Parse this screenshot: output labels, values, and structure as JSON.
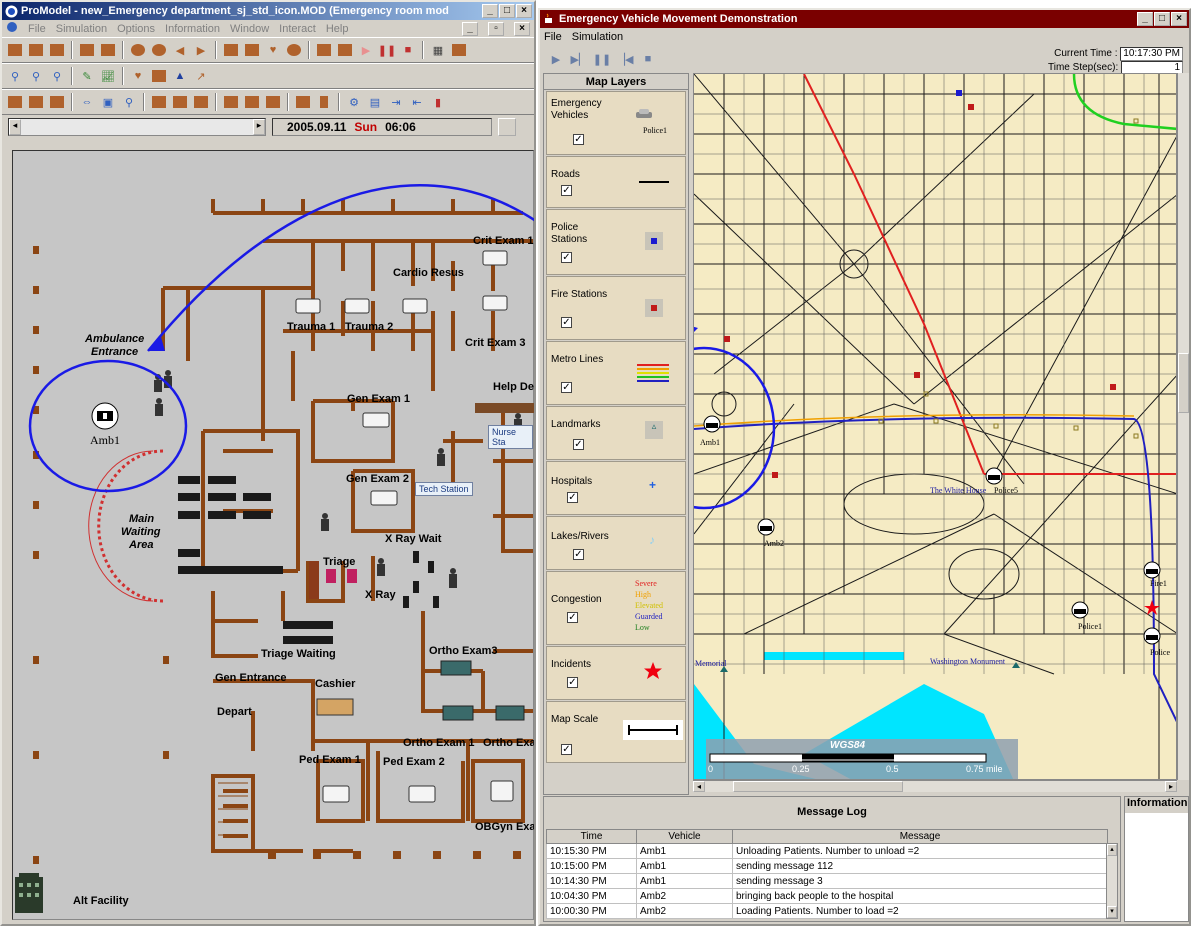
{
  "left_window": {
    "title": "ProModel - new_Emergency department_sj_std_icon.MOD (Emergency room mod",
    "menu": [
      "File",
      "Simulation",
      "Options",
      "Information",
      "Window",
      "Interact",
      "Help"
    ],
    "date_display": {
      "date": "2005.09.11",
      "day": "Sun",
      "time": "06:06"
    },
    "labels": {
      "crit_exam_1": "Crit Exam 1",
      "cardio_resus": "Cardio Resus",
      "trauma_1": "Trauma 1",
      "trauma_2": "Trauma 2",
      "crit_exam_3": "Crit Exam 3",
      "ambulance_entrance_1": "Ambulance",
      "ambulance_entrance_2": "Entrance",
      "help_desk": "Help Des",
      "gen_exam_1": "Gen Exam 1",
      "nurse_station": "Nurse Sta",
      "gen_exam_2": "Gen Exam 2",
      "tech_station": "Tech Station",
      "main_waiting_1": "Main",
      "main_waiting_2": "Waiting",
      "main_waiting_3": "Area",
      "x_ray_wait": "X Ray Wait",
      "triage": "Triage",
      "x_ray": "X Ray",
      "triage_waiting": "Triage Waiting",
      "ortho_exam_3": "Ortho Exam3",
      "gen_entrance": "Gen Entrance",
      "cashier": "Cashier",
      "depart": "Depart",
      "ortho_exam_1": "Ortho Exam 1",
      "ortho_exam_2": "Ortho Exar",
      "ped_exam_1": "Ped Exam 1",
      "ped_exam_2": "Ped Exam 2",
      "obgyn_exam": "OBGyn Exar",
      "alt_facility": "Alt Facility",
      "amb1": "Amb1"
    }
  },
  "right_window": {
    "title": "Emergency Vehicle Movement Demonstration",
    "menu": [
      "File",
      "Simulation"
    ],
    "current_time_label": "Current Time :",
    "current_time": "10:17:30 PM",
    "time_step_label": "Time Step(sec):",
    "time_step": "1",
    "map_layers": {
      "header": "Map Layers",
      "items": [
        {
          "name": "Emergency Vehicles",
          "sample": "Police1",
          "checked": true
        },
        {
          "name": "Roads",
          "checked": true
        },
        {
          "name": "Police Stations",
          "checked": true
        },
        {
          "name": "Fire Stations",
          "checked": true
        },
        {
          "name": "Metro Lines",
          "checked": true
        },
        {
          "name": "Landmarks",
          "checked": true
        },
        {
          "name": "Hospitals",
          "checked": true
        },
        {
          "name": "Lakes/Rivers",
          "checked": true
        },
        {
          "name": "Congestion",
          "checked": true,
          "levels": [
            "Severe",
            "High",
            "Elevated",
            "Guarded",
            "Low"
          ]
        },
        {
          "name": "Incidents",
          "checked": true
        },
        {
          "name": "Map Scale",
          "checked": true
        }
      ]
    },
    "map": {
      "labels": {
        "amb1": "Amb1",
        "amb2": "Amb2",
        "white_house": "The White House",
        "police5": "Police5",
        "police1": "Police1",
        "fire1": "Fire1",
        "police": "Police",
        "memorial": "Memorial",
        "washington_monument": "Washington Monument"
      },
      "scale": {
        "datum": "WGS84",
        "ticks": [
          "0",
          "0.25",
          "0.5",
          "0.75 mile"
        ]
      }
    },
    "message_log": {
      "title": "Message Log",
      "columns": [
        "Time",
        "Vehicle",
        "Message"
      ],
      "rows": [
        [
          "10:15:30 PM",
          "Amb1",
          "Unloading Patients. Number to unload =2"
        ],
        [
          "10:15:00 PM",
          "Amb1",
          "sending message 112"
        ],
        [
          "10:14:30 PM",
          "Amb1",
          "sending message 3"
        ],
        [
          "10:04:30 PM",
          "Amb2",
          "bringing back people to the hospital"
        ],
        [
          "10:00:30 PM",
          "Amb2",
          "Loading Patients. Number to load =2"
        ]
      ]
    },
    "information_label": "Information"
  },
  "colors": {
    "wall": "#8b4513",
    "map_bg": "#f5ebc4",
    "road_red": "#e02020",
    "metro_blue": "#2020c0",
    "metro_green": "#20d020",
    "water": "#00e5ff",
    "annotation": "#1a1ae6"
  }
}
